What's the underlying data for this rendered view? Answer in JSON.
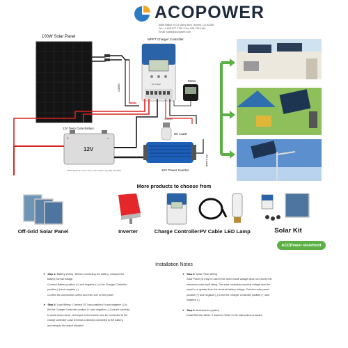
{
  "brand": {
    "name": "ACOPOWER",
    "address_lines": [
      "8558 Nailey el Col Valley Blvd. Hunted, CA 94168",
      "Tel: +1-626-577-7730 / Fax: 626-732-1140",
      "Email: sales@acopower.com"
    ],
    "logo_color": "#2a7bc4",
    "accent_color": "#f5a623"
  },
  "diagram": {
    "solar_panel_label": "100W Solar Panel",
    "controller_label": "MPPT Charger Controller",
    "controller_sublabel": "LD Tracer",
    "meter_label": "Meter",
    "battery_label": "12V Deep Cycle Battery",
    "battery_voltage": "12V",
    "dc_loads_label": "DC Loads",
    "inverter_label": "12V Power Inverter",
    "ac_loads_label": "AC Loads",
    "cable_label": "12AWG",
    "awg_note": "AWG depends on the size of the inverter (usually >4 AWG)",
    "wire_red": "#d9231e",
    "wire_black": "#1a1a1a",
    "arrow_green": "#5db045"
  },
  "products": {
    "title": "More products to choose from",
    "items": [
      {
        "label": "Off-Grid Solar Panel"
      },
      {
        "label": "Inverter"
      },
      {
        "label": "Charge Controller"
      },
      {
        "label": "PV Cable"
      },
      {
        "label": "LED Lamp"
      },
      {
        "label": "Solar Kit"
      }
    ],
    "storefront_button": "ACOPower storefront"
  },
  "notes": {
    "title": "Installation Notes",
    "step1": {
      "step": "Step 1:",
      "lines": [
        "Battery Wiring : Before connecting the battery, measure the",
        "battery normal voltage",
        "Connect Battery positive (+) and negative (-) to the Charger Controller",
        "positive (+) and negative (-)",
        "Confirm the connection correct and then turn on the power"
      ]
    },
    "step2": {
      "step": "Step 2:",
      "lines": [
        "Load Wiring : Connect DC load positive (+) and negative (-) to",
        "the the Charger Controller positive (+) and negative (-).Connect carefully",
        "to avoid short circuit , and Input of the inverter can be connected to the",
        "charge controller Load terminal or directly connected to the battery,",
        "according to the actual situation"
      ]
    },
    "step3": {
      "step": "Step 3:",
      "lines": [
        "Solar Panel Wiring",
        "Solar Panel (s) may be used if the open circuit voltage does not exceed the",
        "maximum solar input rating. The solar module(s) nominal voltage must be",
        "equal to or greater than the nominal battery voltage. Connect solar panel",
        "positive (+) and negative (-) to the the Charger Controller positive (+) and",
        "negative (-)"
      ]
    },
    "step4": {
      "step": "Step 4:",
      "lines": [
        "Accessories (option)",
        "Install Remote Meter. If required. Refer to the instructions provided"
      ]
    }
  }
}
